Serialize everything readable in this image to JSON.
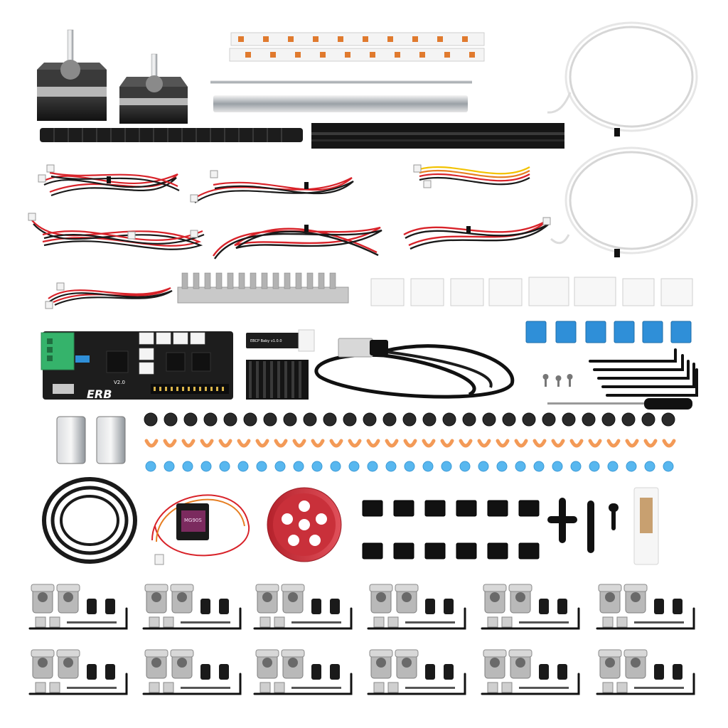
{
  "board": {
    "brand_logo_text": "ERB",
    "version_label": "V2.0"
  },
  "endstop": {
    "board_label": "EBCP Baby v1.0.0"
  },
  "servo": {
    "model_label": "MG90S"
  },
  "colors": {
    "background": "#ffffff",
    "pcb": "#1d1d1d",
    "terminal_green": "#35b36b",
    "wire_red": "#d8232a",
    "wire_black": "#1a1a1a",
    "pulley_red": "#c9303a",
    "jumper_blue": "#2f8fd8",
    "clip_orange": "#f39a57",
    "spacer_blue": "#58b7ef",
    "ptfe_tube": "#f2f2f2"
  }
}
